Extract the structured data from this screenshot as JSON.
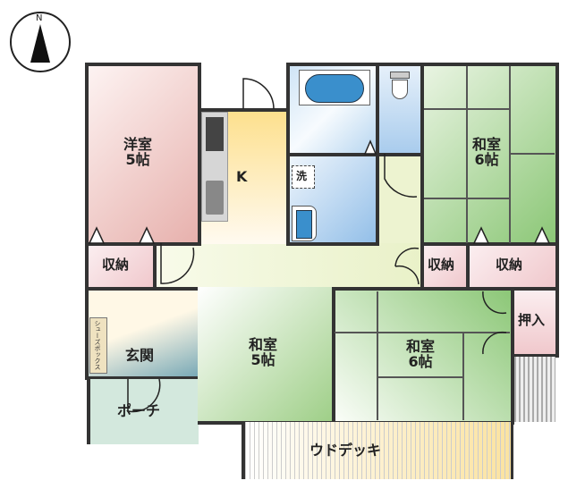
{
  "compass": {
    "label": "N"
  },
  "rooms": {
    "western_room": {
      "name": "洋室",
      "size": "5帖"
    },
    "kitchen": {
      "name": "K"
    },
    "washroom_mark": {
      "name": "洗"
    },
    "japanese_room_ne": {
      "name": "和室",
      "size": "6帖"
    },
    "storage_left": {
      "name": "収納"
    },
    "storage_mid": {
      "name": "収納"
    },
    "storage_right": {
      "name": "収納"
    },
    "closet": {
      "name": "押入"
    },
    "shoe_box": {
      "name": "シューズボックス"
    },
    "entrance": {
      "name": "玄関"
    },
    "porch": {
      "name": "ポーチ"
    },
    "japanese_room_5": {
      "name": "和室",
      "size": "5帖"
    },
    "japanese_room_se": {
      "name": "和室",
      "size": "6帖"
    },
    "wood_deck": {
      "name": "ウドデッキ"
    }
  },
  "colors": {
    "western": "#e8b4b0",
    "kitchen": "#fde39a",
    "wet": "#9cc6ea",
    "tatami": "#9fcf88",
    "hall": "#eef3d4",
    "storage": "#f4d6d8",
    "porch": "#d3e8dd"
  }
}
